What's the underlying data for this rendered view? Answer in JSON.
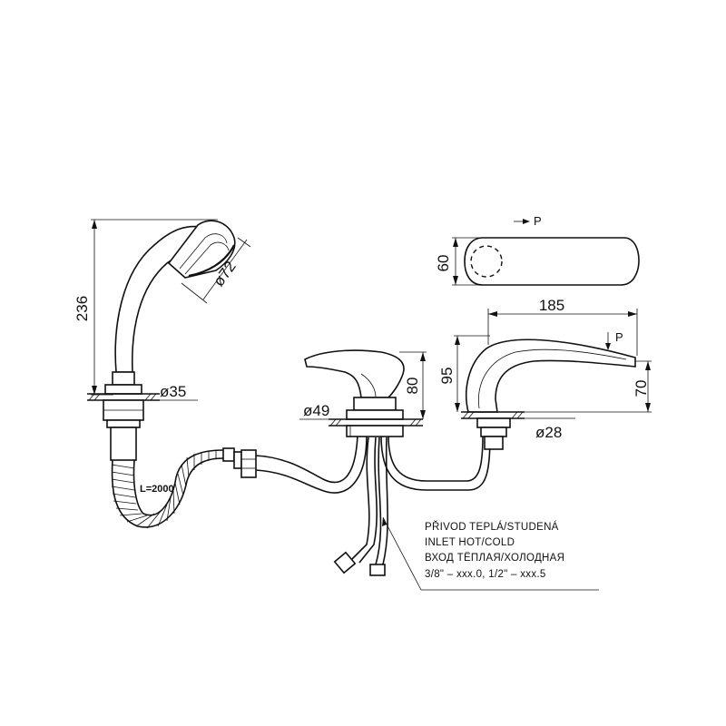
{
  "dimensions": {
    "handshower_height": "236",
    "handshower_diameter": "ø72",
    "handshower_base": "ø35",
    "hose_length": "L=2000",
    "lever_base": "ø49",
    "lever_height": "80",
    "spout_top_width": "60",
    "spout_length": "185",
    "spout_height_total": "95",
    "spout_height_outlet": "70",
    "spout_base": "ø28"
  },
  "view_markers": {
    "top_view": "P",
    "side_view": "P"
  },
  "inlet_note": {
    "line_cz": "PŘIVOD TEPLÁ/STUDENÁ",
    "line_en": "INLET HOT/COLD",
    "line_ru": "ВХОД ТЁПЛАЯ/ХОЛОДНАЯ",
    "line_sizes": "3/8\" – xxx.0, 1/2\" – xxx.5"
  }
}
